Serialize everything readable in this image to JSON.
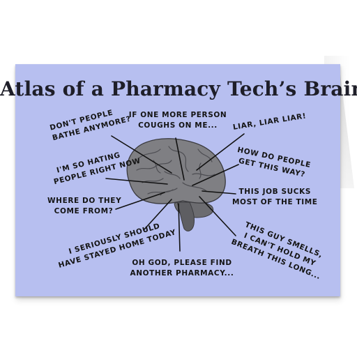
{
  "card": {
    "title": "Atlas of a Pharmacy Tech’s Brain",
    "background_color": "#b7bff0",
    "brain_color": "#7f7f83",
    "labels": [
      {
        "id": "bathe",
        "lines": [
          "DON'T PEOPLE",
          "BATHE ANYMORE?"
        ]
      },
      {
        "id": "cough",
        "lines": [
          "IF ONE MORE PERSON",
          "COUGHS ON ME..."
        ]
      },
      {
        "id": "liar",
        "lines": [
          "LIAR, LIAR LIAR!"
        ]
      },
      {
        "id": "hating",
        "lines": [
          "I'M SO HATING",
          "PEOPLE RIGHT NOW"
        ]
      },
      {
        "id": "this-way",
        "lines": [
          "HOW DO PEOPLE",
          "GET THIS WAY?"
        ]
      },
      {
        "id": "come-from",
        "lines": [
          "WHERE DO THEY",
          "COME FROM?"
        ]
      },
      {
        "id": "job-sucks",
        "lines": [
          "THIS JOB SUCKS",
          "MOST OF THE TIME"
        ]
      },
      {
        "id": "stayed-home",
        "lines": [
          "I SERIOUSLY SHOULD",
          "HAVE STAYED HOME TODAY"
        ]
      },
      {
        "id": "smells",
        "lines": [
          "THIS GUY SMELLS,",
          "I CAN'T HOLD MY",
          "BREATH THIS LONG..."
        ]
      },
      {
        "id": "another-pharmacy",
        "lines": [
          "OH GOD, PLEASE FIND",
          "ANOTHER PHARMACY..."
        ]
      }
    ]
  }
}
